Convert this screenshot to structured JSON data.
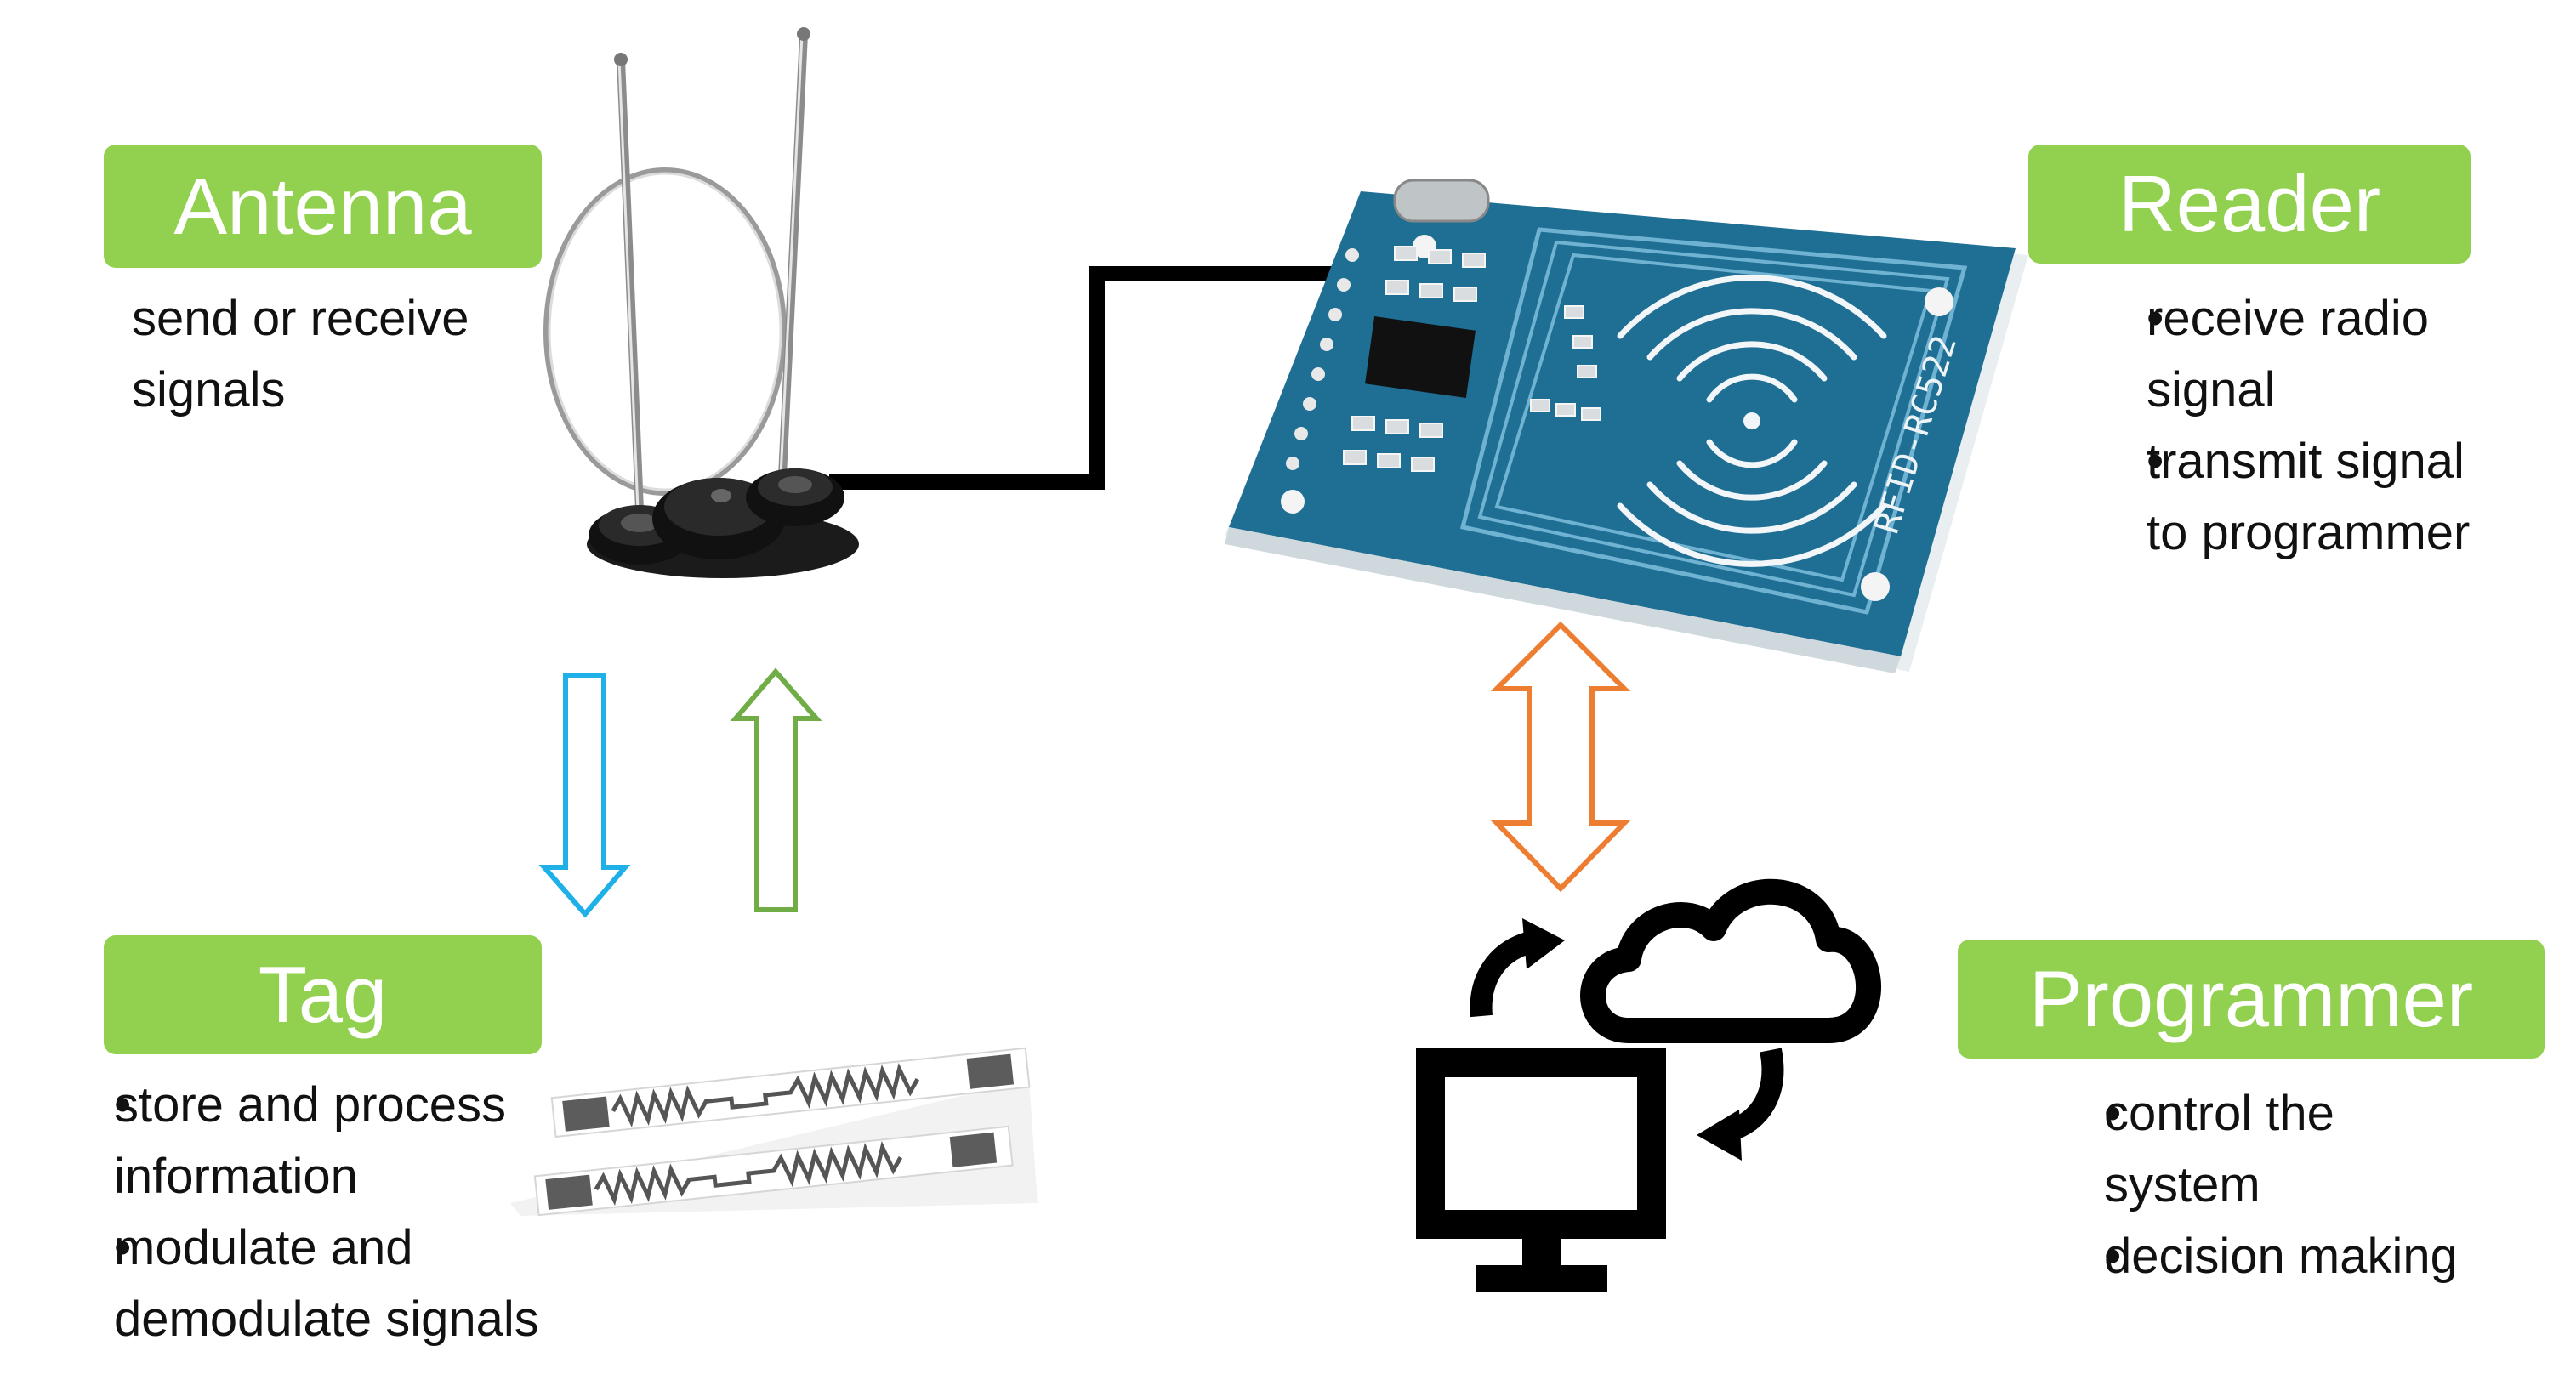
{
  "antenna": {
    "title": "Antenna",
    "description_line1": "send or receive",
    "description_line2": "signals"
  },
  "reader": {
    "title": "Reader",
    "items": [
      {
        "line1": "receive radio",
        "line2": "signal"
      },
      {
        "line1": "transmit signal",
        "line2": "to programmer"
      }
    ],
    "board_text": "RFID-RC522"
  },
  "tag": {
    "title": "Tag",
    "items": [
      {
        "line1": "store and process",
        "line2": "information"
      },
      {
        "line1": "modulate and",
        "line2": "demodulate signals"
      }
    ]
  },
  "programmer": {
    "title": "Programmer",
    "items": [
      {
        "line1": "control the",
        "line2": "system"
      },
      {
        "line1": "decision making",
        "line2": ""
      }
    ]
  },
  "colors": {
    "label_green": "#92d050",
    "arrow_down_blue": "#1fb0e8",
    "arrow_up_green": "#70ad47",
    "arrow_orange": "#ed7d31",
    "pcb_blue": "#1f6f95",
    "connector_black": "#000000"
  },
  "icons": [
    "antenna-icon",
    "rfid-reader-board-icon",
    "rfid-tag-icon",
    "computer-cloud-sync-icon"
  ]
}
